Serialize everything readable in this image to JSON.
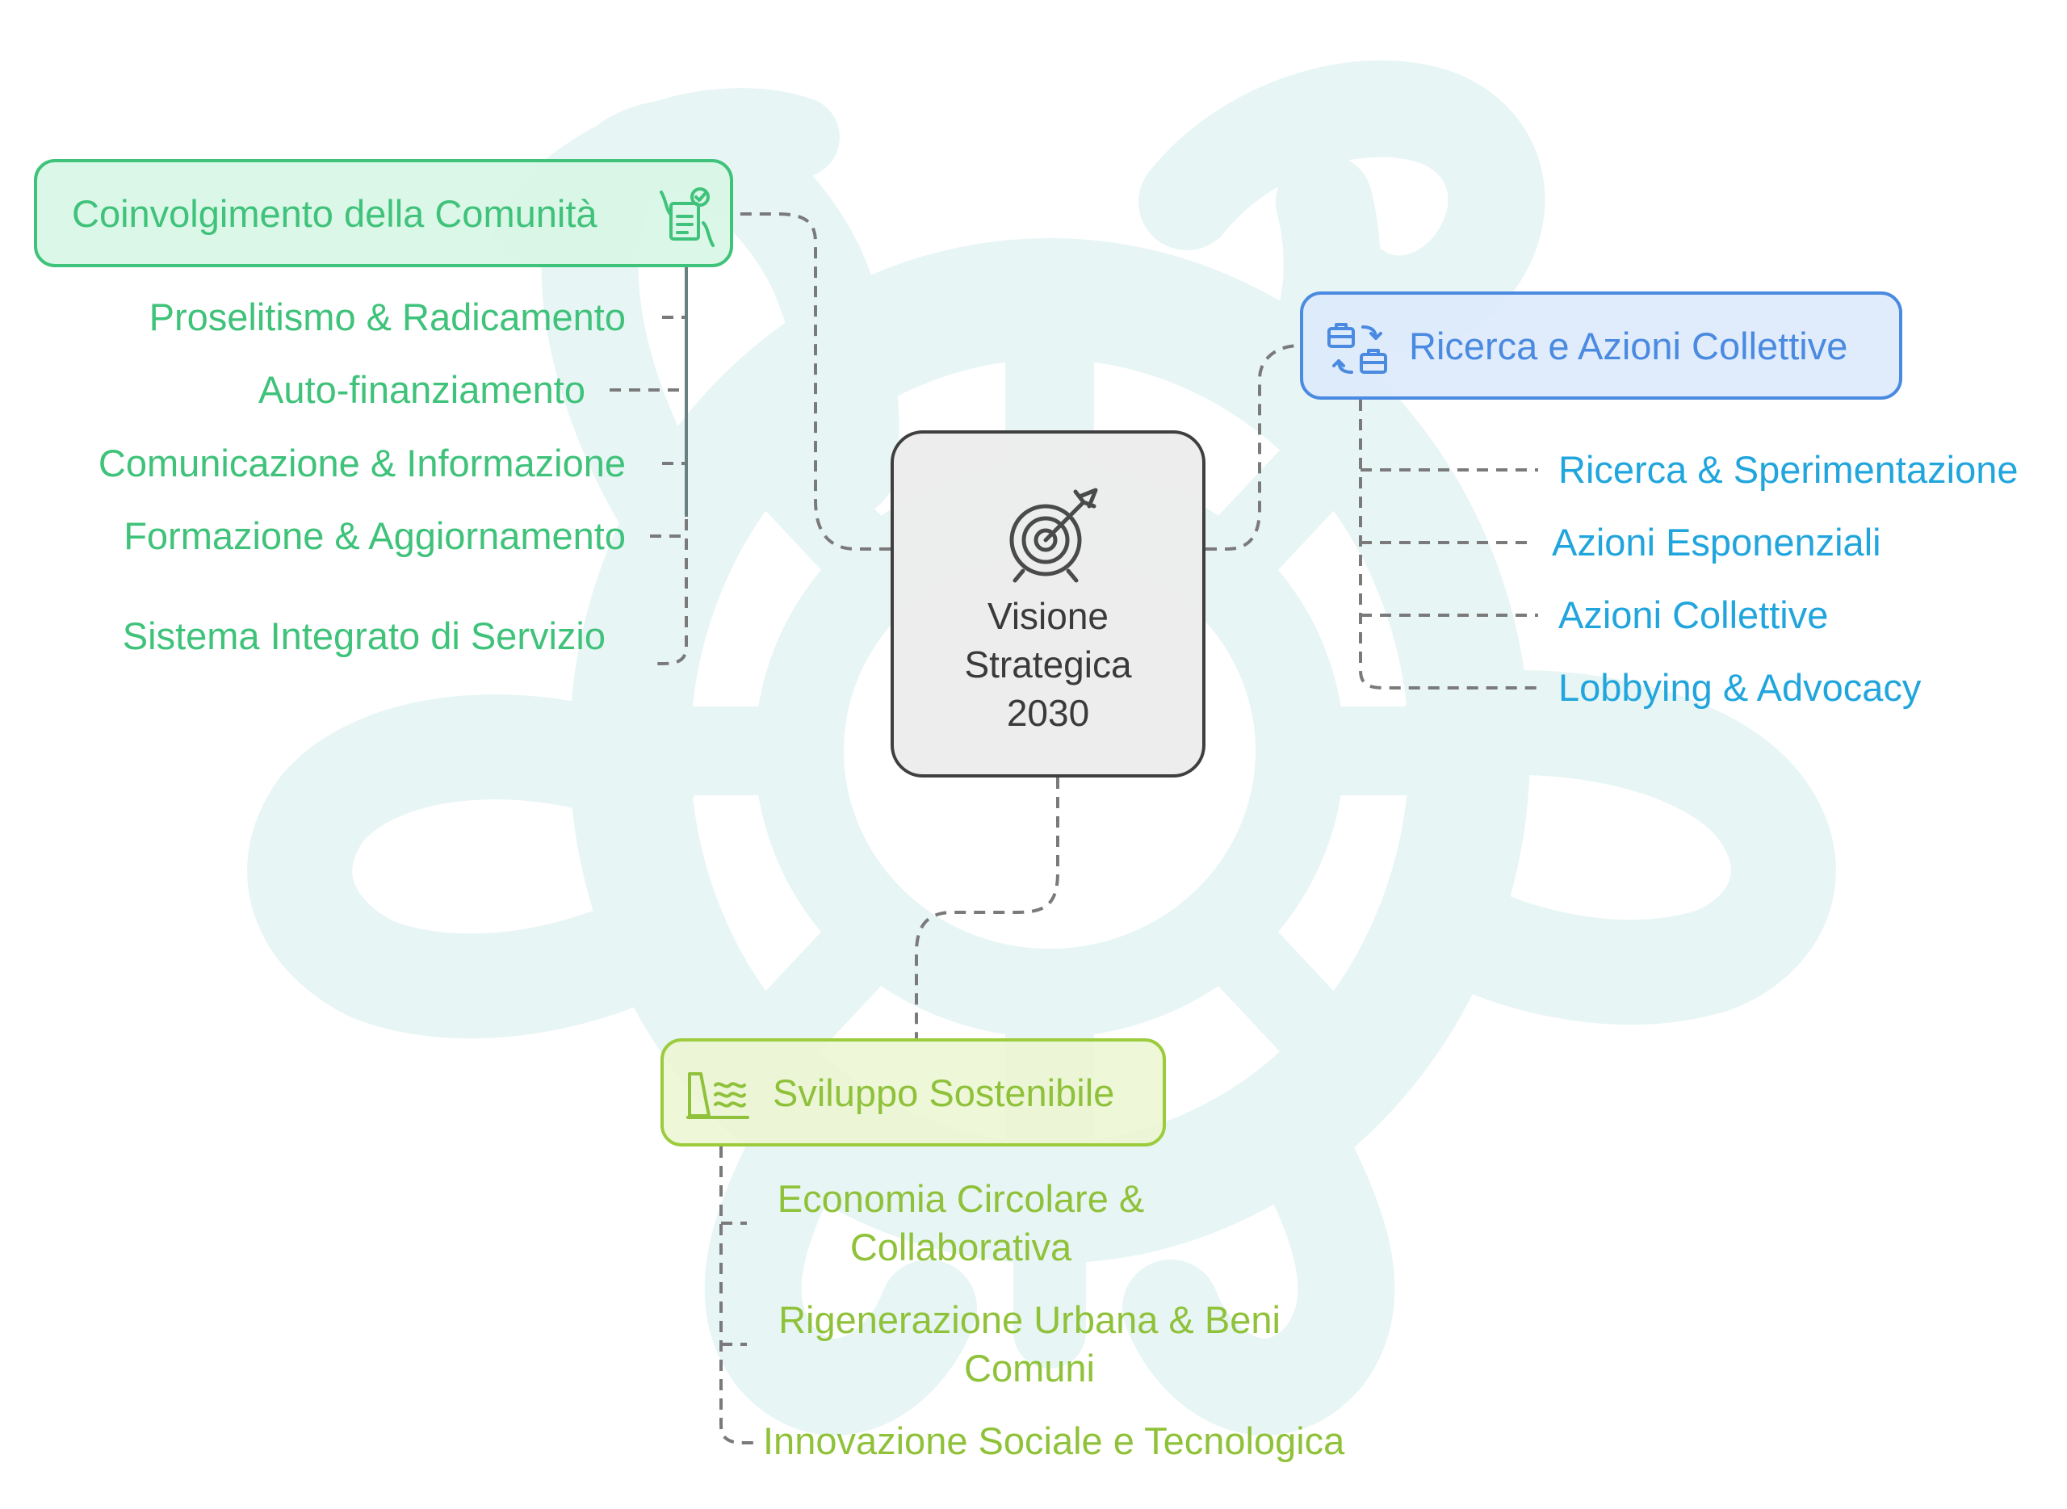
{
  "center": {
    "line1": "Visione",
    "line2": "Strategica",
    "line3": "2030",
    "icon": "target-arrow-icon"
  },
  "branches": {
    "community": {
      "title": "Coinvolgimento della Comunità",
      "icon": "checklist-hand-icon",
      "color": "#3fc27a",
      "items": [
        "Proselitismo & Radicamento",
        "Auto-finanziamento",
        "Comunicazione & Informazione",
        "Formazione & Aggiornamento",
        "Sistema Integrato di Servizio"
      ]
    },
    "research": {
      "title": "Ricerca e Azioni Collettive",
      "icon": "briefcase-exchange-icon",
      "color": "#4a8ae0",
      "item_color": "#21a5dd",
      "items": [
        "Ricerca & Sperimentazione",
        "Azioni Esponenziali",
        "Azioni Collettive",
        "Lobbying & Advocacy"
      ]
    },
    "sustainable": {
      "title": "Sviluppo Sostenibile",
      "icon": "dam-water-icon",
      "color": "#9ccc3c",
      "items": [
        {
          "line1": "Economia Circolare &",
          "line2": "Collaborativa"
        },
        {
          "line1": "Rigenerazione Urbana & Beni",
          "line2": "Comuni"
        },
        {
          "line1": "Innovazione Sociale e Tecnologica",
          "line2": ""
        }
      ]
    }
  },
  "watermark": {
    "shape": "turtle-logo",
    "color": "#e6f4f4"
  }
}
